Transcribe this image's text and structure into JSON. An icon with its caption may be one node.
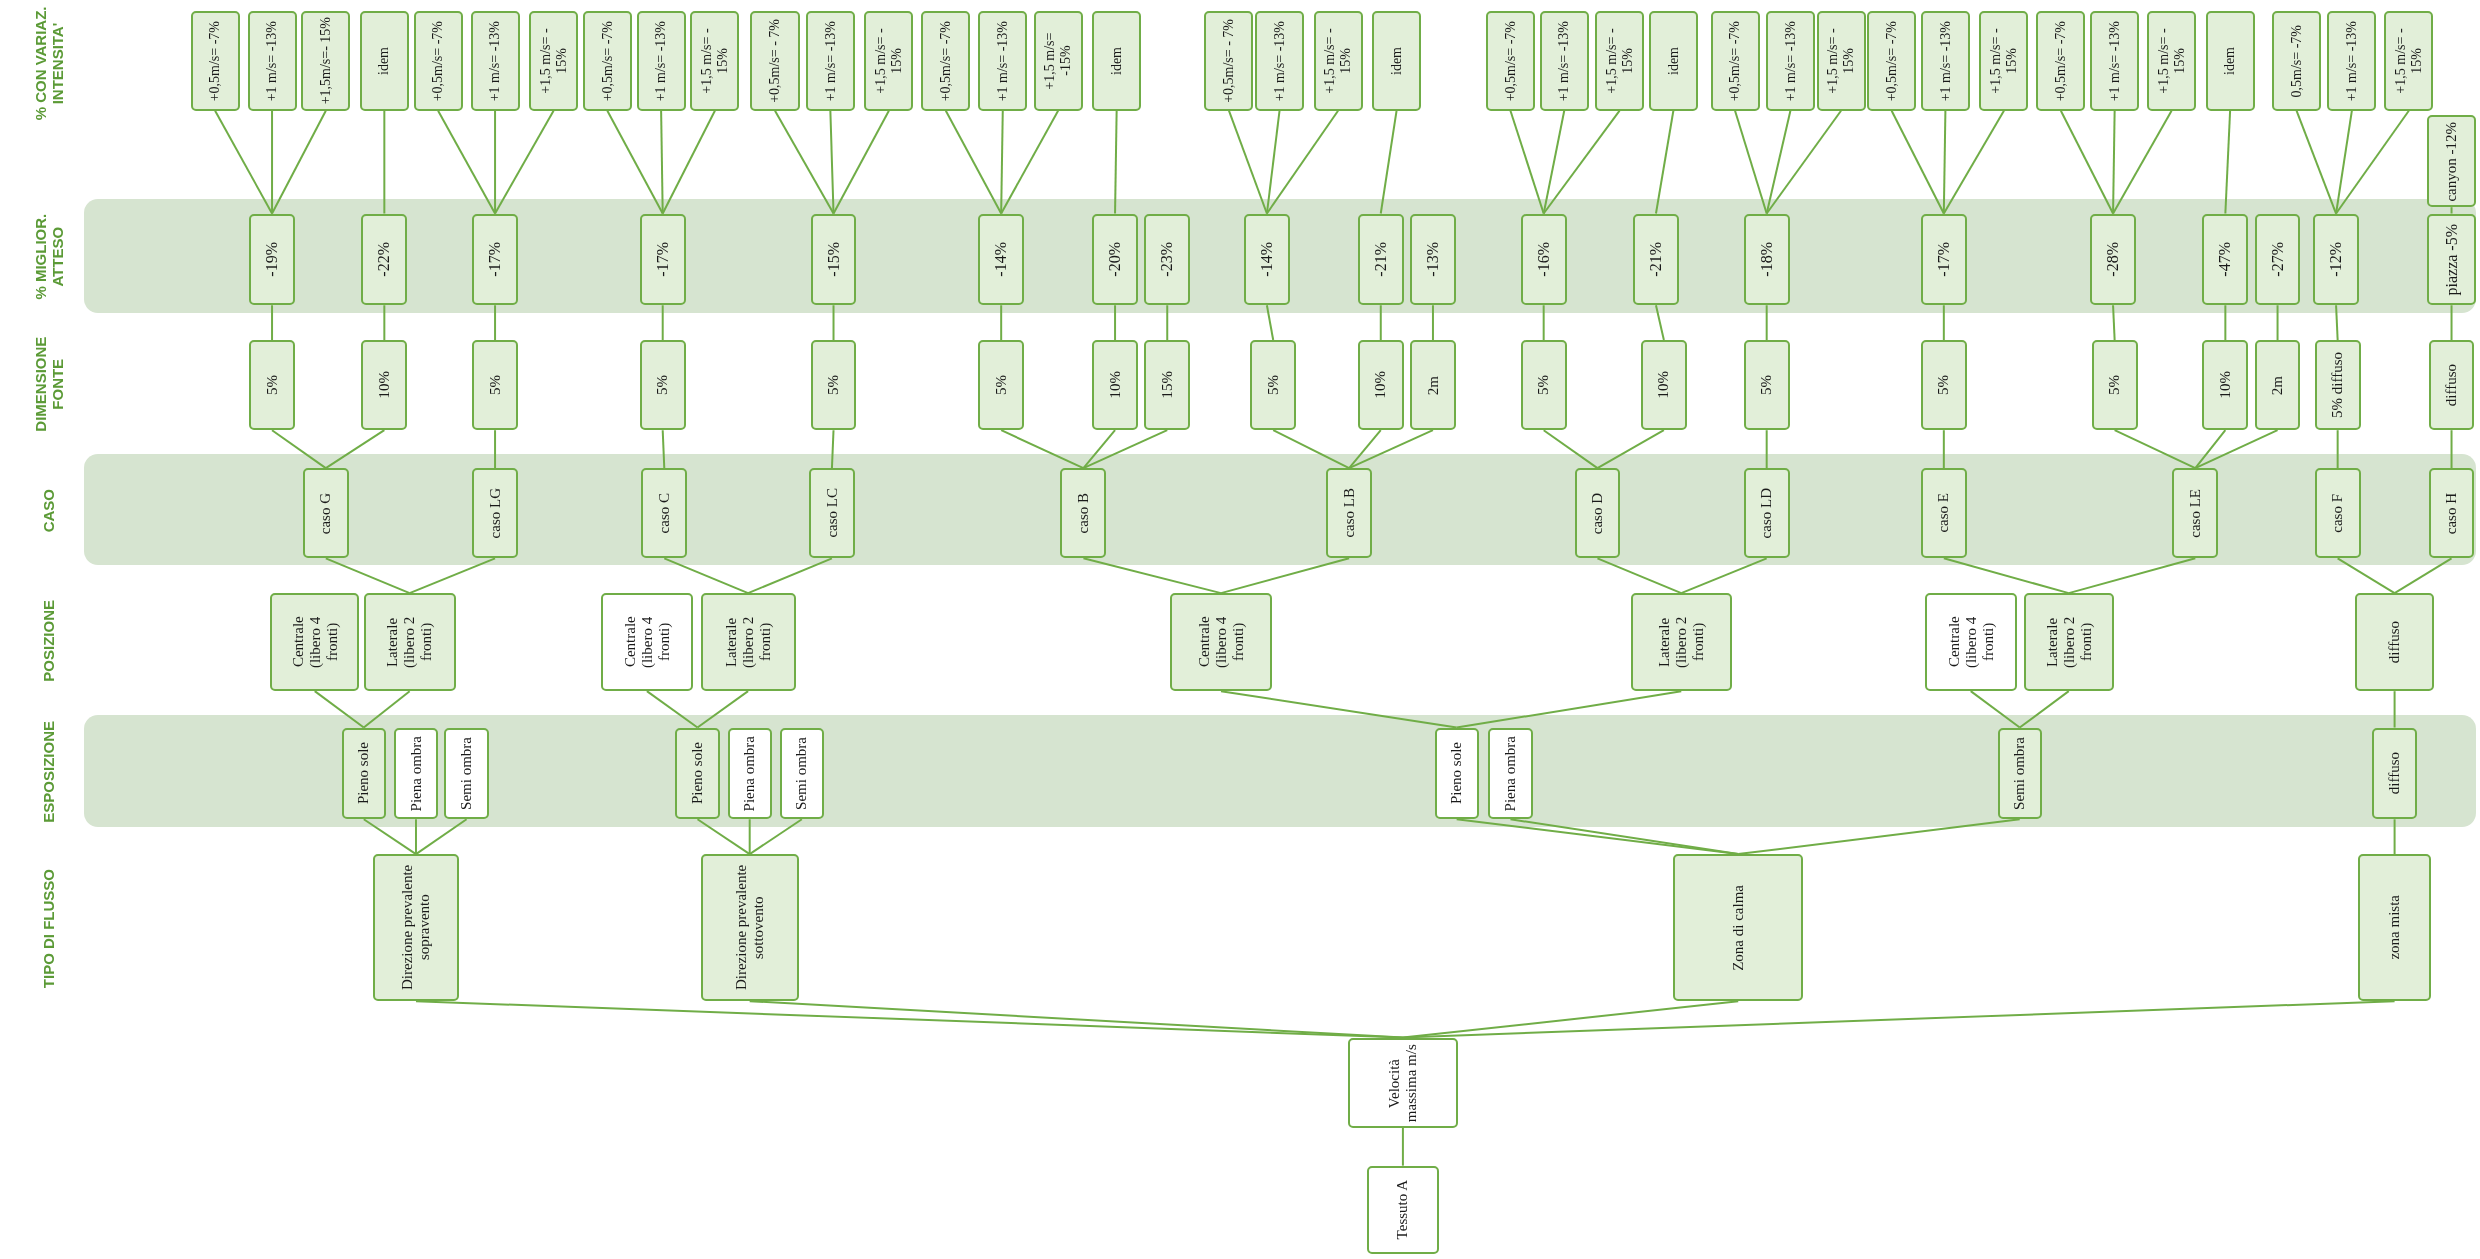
{
  "diagram": {
    "nodes": [
      {
        "text": [
          "+0,5m/s= -7%"
        ]
      },
      {
        "text": [
          "+1 m/s= -13%"
        ]
      },
      {
        "text": [
          "+1,5m/s=- 15%"
        ]
      },
      {
        "text": [
          "idem"
        ]
      },
      {
        "text": [
          "+0,5m/s= -7%"
        ]
      },
      {
        "text": [
          "+1 m/s= -13%"
        ]
      },
      {
        "text": [
          "+1,5 m/s= - 15%"
        ]
      },
      {
        "text": [
          "+0,5m/s= -7%"
        ]
      },
      {
        "text": [
          "+1 m/s= -13%"
        ]
      },
      {
        "text": [
          "+1,5 m/s= - 15%"
        ]
      },
      {
        "text": [
          "+0,5m/s= - 7%"
        ]
      },
      {
        "text": [
          "+1 m/s= -13%"
        ]
      },
      {
        "text": [
          "+1,5 m/s= - 15%"
        ]
      },
      {
        "text": [
          "+0,5m/s= -7%"
        ]
      },
      {
        "text": [
          "+1 m/s= -13%"
        ]
      },
      {
        "text": [
          "+1,5 m/s= -15%"
        ]
      },
      {
        "text": [
          "idem"
        ]
      },
      {
        "text": [
          "+0,5m/s= - 7%"
        ]
      },
      {
        "text": [
          "+1 m/s= -13%"
        ]
      },
      {
        "text": [
          "+1,5 m/s= - 15%"
        ]
      },
      {
        "text": [
          "idem"
        ]
      },
      {
        "text": [
          "+0,5m/s= -7%"
        ]
      },
      {
        "text": [
          "+1 m/s= -13%"
        ]
      },
      {
        "text": [
          "+1,5 m/s= - 15%"
        ]
      },
      {
        "text": [
          "idem"
        ]
      },
      {
        "text": [
          "+0,5m/s= -7%"
        ]
      },
      {
        "text": [
          "+1 m/s= -13%"
        ]
      },
      {
        "text": [
          "+1,5 m/s= - 15%"
        ]
      },
      {
        "text": [
          "+0,5m/s= -7%"
        ]
      },
      {
        "text": [
          "+1 m/s= -13%"
        ]
      },
      {
        "text": [
          "+1,5 m/s= - 15%"
        ]
      },
      {
        "text": [
          "+0,5m/s= -7%"
        ]
      },
      {
        "text": [
          "+1 m/s= -13%"
        ]
      },
      {
        "text": [
          "+1,5 m/s= - 15%"
        ]
      },
      {
        "text": [
          "idem"
        ]
      },
      {
        "text": [
          "0,5m/s= -7%"
        ]
      },
      {
        "text": [
          "+1 m/s= -13%"
        ]
      },
      {
        "text": [
          "+1,5 m/s= - 15%"
        ]
      },
      {
        "text": [
          "canyon -12%"
        ]
      },
      {
        "text": [
          "-19%"
        ]
      },
      {
        "text": [
          "-22%"
        ]
      },
      {
        "text": [
          "-17%"
        ]
      },
      {
        "text": [
          "-17%"
        ]
      },
      {
        "text": [
          "-15%"
        ]
      },
      {
        "text": [
          "-14%"
        ]
      },
      {
        "text": [
          "-20%"
        ]
      },
      {
        "text": [
          "-23%"
        ]
      },
      {
        "text": [
          "-14%"
        ]
      },
      {
        "text": [
          "-21%"
        ]
      },
      {
        "text": [
          "-13%"
        ]
      },
      {
        "text": [
          "-16%"
        ]
      },
      {
        "text": [
          "-21%"
        ]
      },
      {
        "text": [
          "-18%"
        ]
      },
      {
        "text": [
          "-17%"
        ]
      },
      {
        "text": [
          "-28%"
        ]
      },
      {
        "text": [
          "-47%"
        ]
      },
      {
        "text": [
          "-27%"
        ]
      },
      {
        "text": [
          "-12%"
        ]
      },
      {
        "text": [
          "piazza -5%"
        ]
      },
      {
        "text": [
          "5%"
        ]
      },
      {
        "text": [
          "10%"
        ]
      },
      {
        "text": [
          "5%"
        ]
      },
      {
        "text": [
          "5%"
        ]
      },
      {
        "text": [
          "5%"
        ]
      },
      {
        "text": [
          "5%"
        ]
      },
      {
        "text": [
          "10%"
        ]
      },
      {
        "text": [
          "15%"
        ]
      },
      {
        "text": [
          "5%"
        ]
      },
      {
        "text": [
          "10%"
        ]
      },
      {
        "text": [
          "2m"
        ]
      },
      {
        "text": [
          "5%"
        ]
      },
      {
        "text": [
          "10%"
        ]
      },
      {
        "text": [
          "5%"
        ]
      },
      {
        "text": [
          "5%"
        ]
      },
      {
        "text": [
          "5%"
        ]
      },
      {
        "text": [
          "10%"
        ]
      },
      {
        "text": [
          "2m"
        ]
      },
      {
        "text": [
          "5% diffuso"
        ]
      },
      {
        "text": [
          "diffuso"
        ]
      },
      {
        "text": [
          "caso G"
        ]
      },
      {
        "text": [
          "caso LG"
        ]
      },
      {
        "text": [
          "caso C"
        ]
      },
      {
        "text": [
          "caso LC"
        ]
      },
      {
        "text": [
          "caso B"
        ]
      },
      {
        "text": [
          "caso LB"
        ]
      },
      {
        "text": [
          "caso D"
        ]
      },
      {
        "text": [
          "caso LD"
        ]
      },
      {
        "text": [
          "caso E"
        ]
      },
      {
        "text": [
          "caso LE"
        ]
      },
      {
        "text": [
          "caso F"
        ]
      },
      {
        "text": [
          "caso H"
        ]
      },
      {
        "text": [
          "Centrale (libero 4 fronti)"
        ]
      },
      {
        "text": [
          "Laterale (libero 2 fronti)"
        ]
      },
      {
        "text": [
          "Centrale (libero 4 fronti)"
        ]
      },
      {
        "text": [
          "Laterale (libero 2 fronti)"
        ]
      },
      {
        "text": [
          "Centrale (libero 4 fronti)"
        ]
      },
      {
        "text": [
          "Laterale (libero 2 fronti)"
        ]
      },
      {
        "text": [
          "Centrale (libero 4 fronti)"
        ]
      },
      {
        "text": [
          "Laterale (libero 2 fronti)"
        ]
      },
      {
        "text": [
          "diffuso"
        ]
      },
      {
        "text": [
          "Pieno sole"
        ]
      },
      {
        "text": [
          "Piena ombra"
        ]
      },
      {
        "text": [
          "Semi ombra"
        ]
      },
      {
        "text": [
          "Pieno sole"
        ]
      },
      {
        "text": [
          "Piena ombra"
        ]
      },
      {
        "text": [
          "Semi ombra"
        ]
      },
      {
        "text": [
          "Pieno sole"
        ]
      },
      {
        "text": [
          "Piena ombra"
        ]
      },
      {
        "text": [
          "Semi ombra"
        ]
      },
      {
        "text": [
          "diffuso"
        ]
      },
      {
        "text": [
          "Direzione prevalente sopravento"
        ]
      },
      {
        "text": [
          "Direzione prevalente sottovento"
        ]
      },
      {
        "text": [
          "Zona di calma"
        ]
      },
      {
        "text": [
          "zona mista"
        ]
      },
      {
        "text": [
          "Velocità massima m/s"
        ]
      },
      {
        "text": [
          "Tessuto A"
        ]
      }
    ],
    "edges": [
      {
        "from": 0,
        "to": 39,
        "arrow": "none"
      },
      {
        "from": 1,
        "to": 39,
        "arrow": "none"
      },
      {
        "from": 2,
        "to": 39,
        "arrow": "none"
      },
      {
        "from": 3,
        "to": 40,
        "arrow": "none"
      },
      {
        "from": 4,
        "to": 41,
        "arrow": "none"
      },
      {
        "from": 5,
        "to": 41,
        "arrow": "none"
      },
      {
        "from": 6,
        "to": 41,
        "arrow": "none"
      },
      {
        "from": 7,
        "to": 42,
        "arrow": "none"
      },
      {
        "from": 8,
        "to": 42,
        "arrow": "none"
      },
      {
        "from": 9,
        "to": 42,
        "arrow": "none"
      },
      {
        "from": 10,
        "to": 43,
        "arrow": "none"
      },
      {
        "from": 11,
        "to": 43,
        "arrow": "none"
      },
      {
        "from": 12,
        "to": 43,
        "arrow": "none"
      },
      {
        "from": 13,
        "to": 44,
        "arrow": "none"
      },
      {
        "from": 14,
        "to": 44,
        "arrow": "none"
      },
      {
        "from": 15,
        "to": 44,
        "arrow": "none"
      },
      {
        "from": 16,
        "to": 45,
        "arrow": "none"
      },
      {
        "from": 17,
        "to": 47,
        "arrow": "none"
      },
      {
        "from": 18,
        "to": 47,
        "arrow": "none"
      },
      {
        "from": 19,
        "to": 47,
        "arrow": "none"
      },
      {
        "from": 20,
        "to": 48,
        "arrow": "none"
      },
      {
        "from": 21,
        "to": 50,
        "arrow": "none"
      },
      {
        "from": 22,
        "to": 50,
        "arrow": "none"
      },
      {
        "from": 23,
        "to": 50,
        "arrow": "none"
      },
      {
        "from": 24,
        "to": 51,
        "arrow": "none"
      },
      {
        "from": 25,
        "to": 52,
        "arrow": "none"
      },
      {
        "from": 26,
        "to": 52,
        "arrow": "none"
      },
      {
        "from": 27,
        "to": 52,
        "arrow": "none"
      },
      {
        "from": 28,
        "to": 53,
        "arrow": "none"
      },
      {
        "from": 29,
        "to": 53,
        "arrow": "none"
      },
      {
        "from": 30,
        "to": 53,
        "arrow": "none"
      },
      {
        "from": 31,
        "to": 54,
        "arrow": "none"
      },
      {
        "from": 32,
        "to": 54,
        "arrow": "none"
      },
      {
        "from": 33,
        "to": 54,
        "arrow": "none"
      },
      {
        "from": 34,
        "to": 55,
        "arrow": "none"
      },
      {
        "from": 35,
        "to": 57,
        "arrow": "none"
      },
      {
        "from": 36,
        "to": 57,
        "arrow": "none"
      },
      {
        "from": 37,
        "to": 57,
        "arrow": "none"
      },
      {
        "from": 38,
        "to": 58,
        "arrow": "none"
      },
      {
        "from": 39,
        "to": 59,
        "arrow": "none"
      },
      {
        "from": 40,
        "to": 60,
        "arrow": "none"
      },
      {
        "from": 41,
        "to": 61,
        "arrow": "none"
      },
      {
        "from": 42,
        "to": 62,
        "arrow": "none"
      },
      {
        "from": 43,
        "to": 63,
        "arrow": "none"
      },
      {
        "from": 44,
        "to": 64,
        "arrow": "none"
      },
      {
        "from": 45,
        "to": 65,
        "arrow": "none"
      },
      {
        "from": 46,
        "to": 66,
        "arrow": "none"
      },
      {
        "from": 47,
        "to": 67,
        "arrow": "none"
      },
      {
        "from": 48,
        "to": 68,
        "arrow": "none"
      },
      {
        "from": 49,
        "to": 69,
        "arrow": "none"
      },
      {
        "from": 50,
        "to": 70,
        "arrow": "none"
      },
      {
        "from": 51,
        "to": 71,
        "arrow": "none"
      },
      {
        "from": 52,
        "to": 72,
        "arrow": "none"
      },
      {
        "from": 53,
        "to": 73,
        "arrow": "none"
      },
      {
        "from": 54,
        "to": 74,
        "arrow": "none"
      },
      {
        "from": 55,
        "to": 75,
        "arrow": "none"
      },
      {
        "from": 56,
        "to": 76,
        "arrow": "none"
      },
      {
        "from": 57,
        "to": 77,
        "arrow": "none"
      },
      {
        "from": 58,
        "to": 78,
        "arrow": "none"
      },
      {
        "from": 59,
        "to": 79,
        "arrow": "none"
      },
      {
        "from": 60,
        "to": 79,
        "arrow": "none"
      },
      {
        "from": 61,
        "to": 80,
        "arrow": "none"
      },
      {
        "from": 62,
        "to": 81,
        "arrow": "none"
      },
      {
        "from": 63,
        "to": 82,
        "arrow": "none"
      },
      {
        "from": 64,
        "to": 83,
        "arrow": "none"
      },
      {
        "from": 65,
        "to": 83,
        "arrow": "none"
      },
      {
        "from": 66,
        "to": 83,
        "arrow": "none"
      },
      {
        "from": 67,
        "to": 84,
        "arrow": "none"
      },
      {
        "from": 68,
        "to": 84,
        "arrow": "none"
      },
      {
        "from": 69,
        "to": 84,
        "arrow": "none"
      },
      {
        "from": 70,
        "to": 85,
        "arrow": "none"
      },
      {
        "from": 71,
        "to": 85,
        "arrow": "none"
      },
      {
        "from": 72,
        "to": 86,
        "arrow": "none"
      },
      {
        "from": 73,
        "to": 87,
        "arrow": "none"
      },
      {
        "from": 74,
        "to": 88,
        "arrow": "none"
      },
      {
        "from": 75,
        "to": 88,
        "arrow": "none"
      },
      {
        "from": 76,
        "to": 88,
        "arrow": "none"
      },
      {
        "from": 77,
        "to": 89,
        "arrow": "none"
      },
      {
        "from": 78,
        "to": 90,
        "arrow": "none"
      },
      {
        "from": 79,
        "to": 92,
        "arrow": "none"
      },
      {
        "from": 80,
        "to": 92,
        "arrow": "none"
      },
      {
        "from": 81,
        "to": 94,
        "arrow": "none"
      },
      {
        "from": 82,
        "to": 94,
        "arrow": "none"
      },
      {
        "from": 83,
        "to": 95,
        "arrow": "none"
      },
      {
        "from": 84,
        "to": 95,
        "arrow": "none"
      },
      {
        "from": 85,
        "to": 96,
        "arrow": "none"
      },
      {
        "from": 86,
        "to": 96,
        "arrow": "none"
      },
      {
        "from": 87,
        "to": 98,
        "arrow": "none"
      },
      {
        "from": 88,
        "to": 98,
        "arrow": "none"
      },
      {
        "from": 89,
        "to": 99,
        "arrow": "none"
      },
      {
        "from": 90,
        "to": 99,
        "arrow": "none"
      },
      {
        "from": 91,
        "to": 100,
        "arrow": "none"
      },
      {
        "from": 92,
        "to": 100,
        "arrow": "none"
      },
      {
        "from": 93,
        "to": 103,
        "arrow": "none"
      },
      {
        "from": 94,
        "to": 103,
        "arrow": "none"
      },
      {
        "from": 95,
        "to": 106,
        "arrow": "none"
      },
      {
        "from": 96,
        "to": 106,
        "arrow": "none"
      },
      {
        "from": 97,
        "to": 108,
        "arrow": "none"
      },
      {
        "from": 98,
        "to": 108,
        "arrow": "none"
      },
      {
        "from": 99,
        "to": 109,
        "arrow": "none"
      },
      {
        "from": 100,
        "to": 110,
        "arrow": "none"
      },
      {
        "from": 101,
        "to": 110,
        "arrow": "none"
      },
      {
        "from": 102,
        "to": 110,
        "arrow": "none"
      },
      {
        "from": 103,
        "to": 111,
        "arrow": "none"
      },
      {
        "from": 104,
        "to": 111,
        "arrow": "none"
      },
      {
        "from": 105,
        "to": 111,
        "arrow": "none"
      },
      {
        "from": 106,
        "to": 112,
        "arrow": "none"
      },
      {
        "from": 107,
        "to": 112,
        "arrow": "none"
      },
      {
        "from": 108,
        "to": 112,
        "arrow": "none"
      },
      {
        "from": 109,
        "to": 113,
        "arrow": "none"
      },
      {
        "from": 110,
        "to": 114,
        "arrow": "none"
      },
      {
        "from": 111,
        "to": 114,
        "arrow": "none"
      },
      {
        "from": 112,
        "to": 114,
        "arrow": "none"
      },
      {
        "from": 113,
        "to": 114,
        "arrow": "none"
      },
      {
        "from": 114,
        "to": 115,
        "arrow": "none"
      }
    ],
    "labels": [
      "% CON VARIAZ. INTENSITA'",
      "% MIGLIOR. ATTESO",
      "DIMENSIONE FONTE",
      "CASO",
      "POSIZIONE",
      "ESPOSIZIONE",
      "TIPO DI FLUSSO"
    ]
  }
}
